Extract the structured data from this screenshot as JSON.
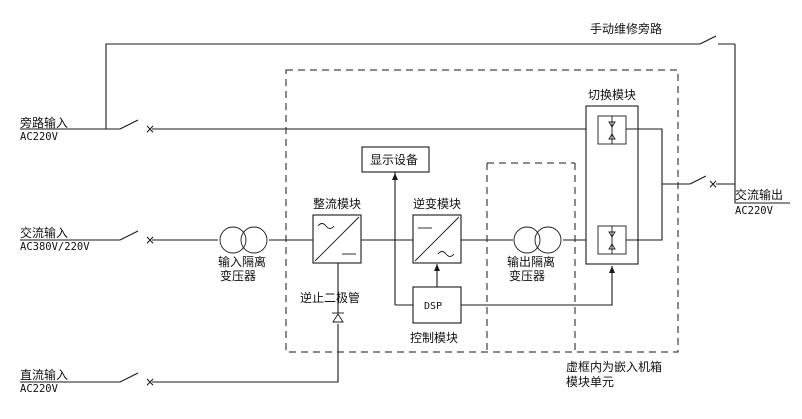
{
  "labels": {
    "manual_bypass": "手动维修旁路",
    "bypass_input": "旁路输入",
    "bypass_input_v": "AC220V",
    "ac_input": "交流输入",
    "ac_input_v": "AC380V/220V",
    "dc_input": "直流输入",
    "dc_input_v": "AC220V",
    "ac_output": "交流输出",
    "ac_output_v": "AC220V",
    "switch_module": "切换模块",
    "display": "显示设备",
    "rectifier": "整流模块",
    "inverter": "逆变模块",
    "input_iso_1": "输入隔离",
    "input_iso_2": "变压器",
    "output_iso_1": "输出隔离",
    "output_iso_2": "变压器",
    "diode": "逆止二极管",
    "dsp": "DSP",
    "control": "控制模块",
    "note_1": "虚框内为嵌入机箱",
    "note_2": "模块单元"
  }
}
